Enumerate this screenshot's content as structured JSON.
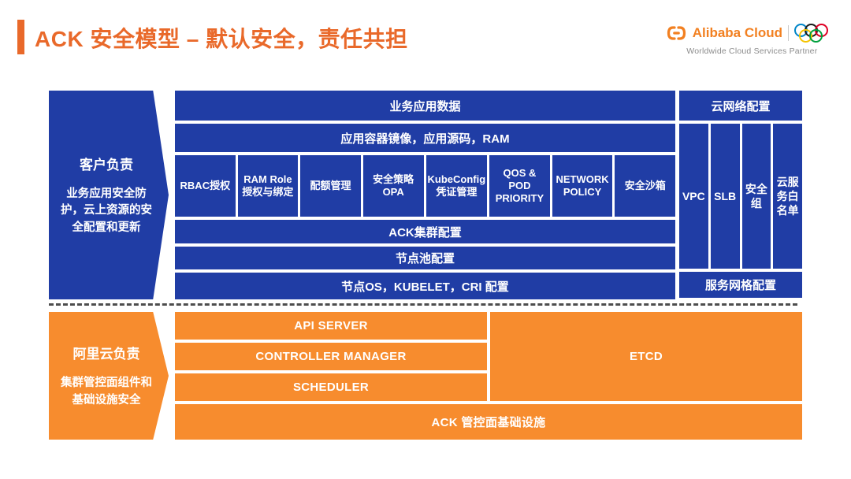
{
  "header": {
    "title": "ACK 安全模型 – 默认安全，责任共担",
    "logo": {
      "brand": "Alibaba Cloud",
      "tagline": "Worldwide Cloud Services Partner"
    }
  },
  "customer": {
    "arrow_title": "客户负责",
    "arrow_desc": "业务应用安全防护，云上资源的安全配置和更新",
    "row_app_data": "业务应用数据",
    "row_images": "应用容器镜像，应用源码，RAM",
    "matrix": [
      "RBAC授权",
      "RAM Role\n授权与绑定",
      "配额管理",
      "安全策略\nOPA",
      "KubeConfig\n凭证管理",
      "QOS &\nPOD\nPRIORITY",
      "NETWORK\nPOLICY",
      "安全沙箱"
    ],
    "row_cluster": "ACK集群配置",
    "row_nodepool": "节点池配置",
    "row_nodeos": "节点OS，KUBELET，CRI 配置",
    "network": {
      "top": "云网络配置",
      "columns": [
        "VPC",
        "SLB",
        "安全组",
        "云服务白名单"
      ],
      "bottom": "服务网格配置"
    }
  },
  "provider": {
    "arrow_title": "阿里云负责",
    "arrow_desc": "集群管控面组件和基础设施安全",
    "components": [
      "API SERVER",
      "CONTROLLER MANAGER",
      "SCHEDULER"
    ],
    "etcd": "ETCD",
    "base": "ACK 管控面基础设施"
  },
  "colors": {
    "title_orange": "#E9692A",
    "box_blue": "#203DA5",
    "box_orange": "#F78C2E",
    "logo_orange": "#F28021",
    "dashed_gray": "#4D4D4D"
  }
}
